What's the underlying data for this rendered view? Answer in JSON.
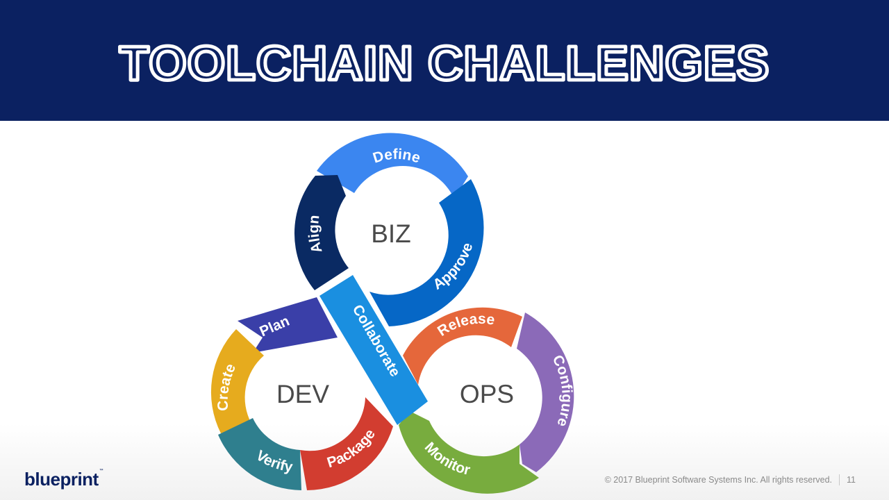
{
  "slide": {
    "title": "TOOLCHAIN CHALLENGES",
    "logo": "blueprint",
    "copyright": "© 2017 Blueprint Software Systems Inc. All rights reserved.",
    "page_number": "11"
  },
  "colors": {
    "header_bg": "#0b2161",
    "define": "#3b86f0",
    "approve": "#0667c6",
    "align": "#0a2a63",
    "collaborate": "#1a8fe0",
    "plan": "#3a3fa8",
    "create": "#e6ab1e",
    "verify": "#2f7f8e",
    "package": "#d23d30",
    "release": "#e5673b",
    "configure": "#8b6ab8",
    "monitor": "#78ac3e",
    "hub_text": "#4a4a4a"
  },
  "diagram": {
    "hubs": {
      "biz": "BIZ",
      "dev": "DEV",
      "ops": "OPS"
    },
    "segments": {
      "define": "Define",
      "approve": "Approve",
      "align": "Align",
      "collaborate": "Collaborate",
      "plan": "Plan",
      "create": "Create",
      "verify": "Verify",
      "package": "Package",
      "release": "Release",
      "configure": "Configure",
      "monitor": "Monitor"
    }
  }
}
